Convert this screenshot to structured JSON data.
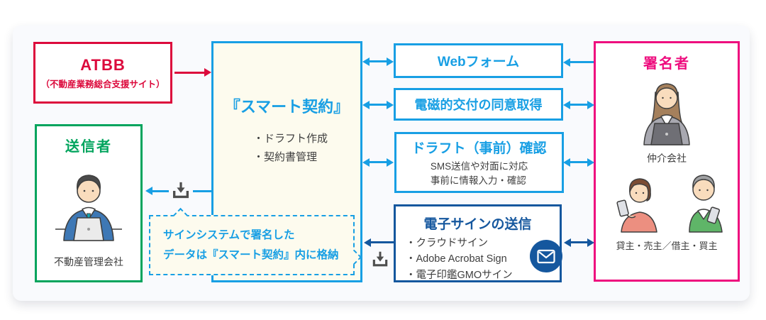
{
  "colors": {
    "atbb_red": "#dc0a3c",
    "sender_green": "#00a45d",
    "system_light_blue": "#189fe4",
    "esign_dark_blue": "#15579e",
    "signer_pink": "#ee0c7e",
    "text_dark": "#3e3e3e",
    "cream_bg": "#fdfbee",
    "card_bg": "#f9fafd",
    "icon_gray": "#4e4e4e"
  },
  "atbb": {
    "title": "ATBB",
    "subtitle": "（不動産業務総合支援サイト）"
  },
  "sender": {
    "title": "送信者",
    "label": "不動産管理会社"
  },
  "smart_contract": {
    "title": "『スマート契約』",
    "items": [
      "・ドラフト作成",
      "・契約書管理"
    ]
  },
  "steps": [
    {
      "title": "Webフォーム"
    },
    {
      "title": "電磁的交付の同意取得"
    },
    {
      "title": "ドラフト（事前）確認",
      "lines": [
        "SMS送信や対面に対応",
        "事前に情報入力・確認"
      ]
    },
    {
      "title": "電子サインの送信",
      "items": [
        "・クラウドサイン",
        "・Adobe Acrobat Sign",
        "・電子印鑑GMOサイン"
      ]
    }
  ],
  "signer": {
    "title": "署名者",
    "label_top": "仲介会社",
    "label_bottom": "貸主・売主／借主・買主"
  },
  "note": {
    "lines": [
      "サインシステムで署名した",
      "データは『スマート契約』内に格納"
    ]
  },
  "icons": {
    "download-icon": "⭳",
    "mail-envelope-icon": "✉"
  }
}
